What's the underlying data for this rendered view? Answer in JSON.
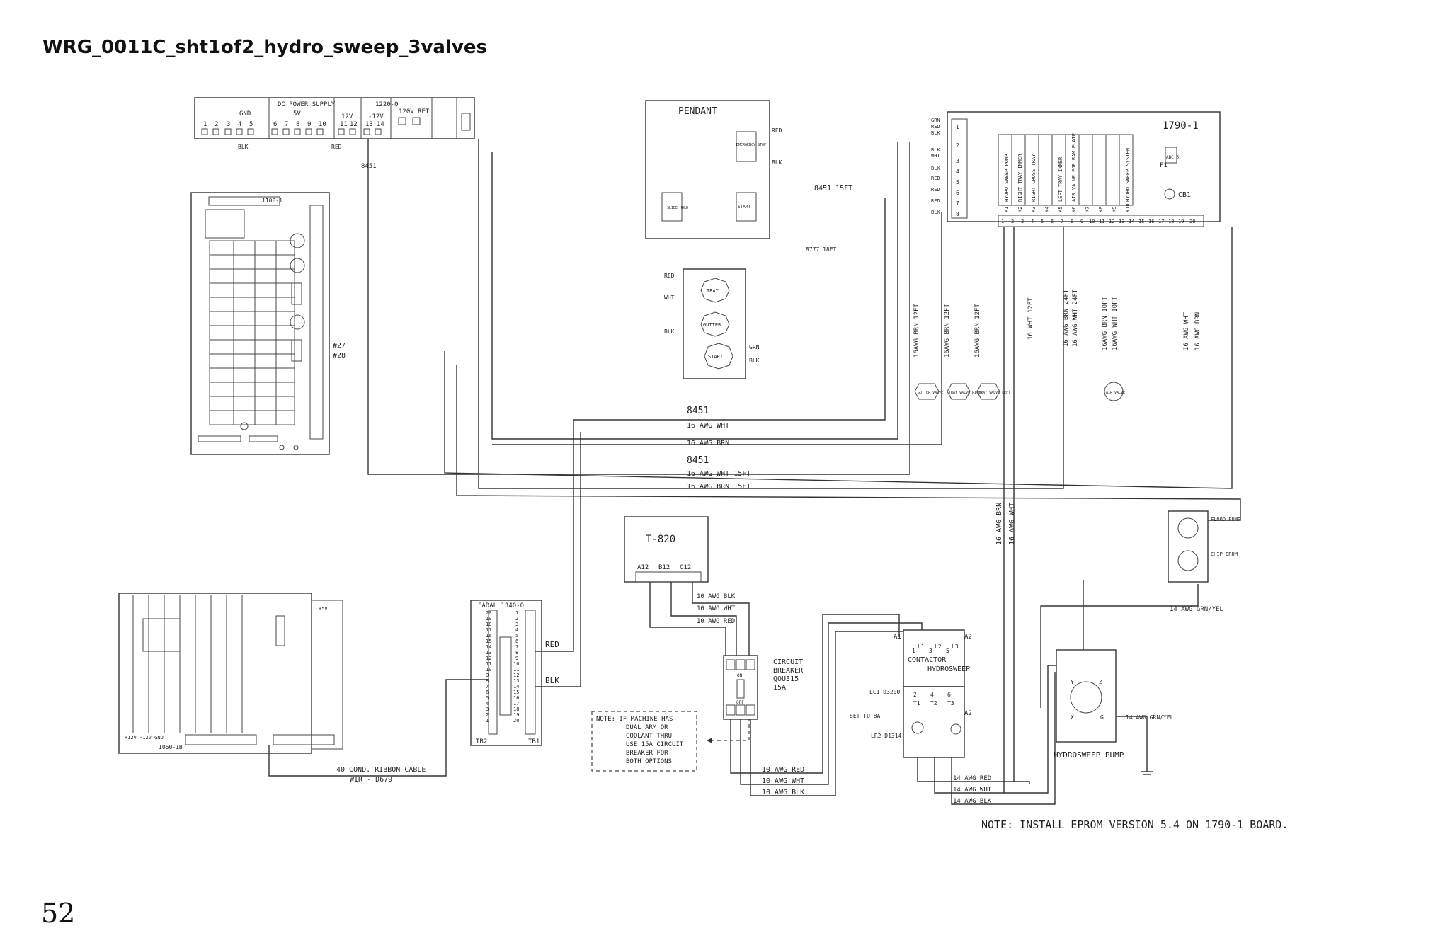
{
  "title": "WRG_0011C_sht1of2_hydro_sweep_3valves",
  "page_number": "52",
  "dc_power_supply": {
    "header": "DC POWER SUPPLY",
    "gnd": "GND",
    "five_v": "5V",
    "twelve_v": "12V",
    "neg_twelve_v": "-12V",
    "board": "1220-0",
    "ret_label": "120V RET",
    "terminals": [
      "1",
      "2",
      "3",
      "4",
      "5",
      "6",
      "7",
      "8",
      "9",
      "10",
      "11",
      "12",
      "13",
      "14"
    ],
    "blk": "BLK",
    "red": "RED",
    "wire_8451": "8451"
  },
  "board_1100": {
    "label": "1100-1",
    "w27": "#27",
    "w28": "#28"
  },
  "pendant": {
    "title": "PENDANT",
    "estop": "EMERGENCY STOP",
    "slide_hold": "SLIDE HOLD",
    "start": "START",
    "red": "RED",
    "blk": "BLK",
    "cable_a": "8451 15FT",
    "cable_b": "8777 18FT"
  },
  "switch_box": {
    "tray": "TRAY",
    "gutter": "GUTTER",
    "start": "START",
    "red": "RED",
    "wht": "WHT",
    "blk": "BLK",
    "grn": "GRN"
  },
  "board_1790": {
    "label": "1790-1",
    "fuse": "F1",
    "fuse_rating": "ABC 5",
    "cb": "CB1",
    "left_pins": [
      "1",
      "2",
      "3",
      "4",
      "5",
      "6",
      "7",
      "8"
    ],
    "left_colors": [
      "GRN",
      "RED",
      "BLK",
      "BLK",
      "WHT",
      "BLK",
      "RED",
      "RED",
      "RED",
      "BLK"
    ],
    "relays": [
      "K1",
      "K2",
      "K3",
      "K4",
      "K5",
      "K6",
      "K7",
      "K8",
      "K9",
      "K10"
    ],
    "relay_labels": [
      "HYDRO SWEEP PUMP",
      "RIGHT TRAY INNER",
      "RIGHT CROSS TRAY",
      "LEFT TRAY INNER",
      "AIR VALVE FOR RAM PLATE",
      "HYDRO SWEEP SYSTEM"
    ],
    "bottom_pins": [
      "1",
      "2",
      "3",
      "4",
      "5",
      "6",
      "7",
      "8",
      "9",
      "10",
      "11",
      "12",
      "13",
      "14",
      "15",
      "16",
      "17",
      "18",
      "19",
      "20"
    ]
  },
  "wires_vertical": [
    "16AWG BRN 12FT",
    "16AWG BRN 12FT",
    "16AWG BRN 12FT",
    "16 WHT 12FT",
    "16 AWG BRN 24FT",
    "16 AWG WHT 24FT",
    "16AWG BRN 10FT",
    "16AWG WHT 10FT",
    "16 AWG WHT",
    "16 AWG BRN"
  ],
  "valves": {
    "gutter": "GUTTER VALVE",
    "tray_right": "TRAY VALVE RIGHT",
    "tray_left": "TRAY VALVE LEFT",
    "air": "AIR VALVE"
  },
  "bus_wires": [
    "8451",
    "16 AWG WHT",
    "16 AWG BRN",
    "8451",
    "16 AWG WHT 15FT",
    "16 AWG BRN 15FT"
  ],
  "outlet": {
    "flood": "FLOOD PUMP",
    "chip": "CHIP DRUM",
    "ground_wire": "14 AWG GRN/YEL"
  },
  "t820": {
    "label": "T-820",
    "pins": [
      "A12",
      "B12",
      "C12"
    ]
  },
  "main_wires": [
    "10 AWG BLK",
    "10 AWG WHT",
    "10 AWG RED"
  ],
  "fadal": {
    "label": "FADAL 1340-0",
    "tb2": "TB2",
    "tb1": "TB1",
    "red": "RED",
    "blk": "BLK",
    "left_numbers": [
      "20",
      "19",
      "18",
      "17",
      "16",
      "15",
      "14",
      "13",
      "12",
      "11",
      "10",
      "9",
      "8",
      "7",
      "6",
      "5",
      "4",
      "3",
      "2",
      "1"
    ],
    "right_numbers": [
      "1",
      "2",
      "3",
      "4",
      "5",
      "6",
      "7",
      "8",
      "9",
      "10",
      "11",
      "12",
      "13",
      "14",
      "15",
      "16",
      "17",
      "18",
      "19",
      "20"
    ]
  },
  "card_cage": {
    "label": "1060-1B",
    "plus5v": "+5V",
    "rails": "+12V -12V GND"
  },
  "ribbon": {
    "line1": "40 COND. RIBBON CABLE",
    "line2": "WIR - D679"
  },
  "note_box": [
    "NOTE: IF MACHINE HAS",
    "DUAL ARM OR",
    "COOLANT THRU",
    "USE 15A CIRCUIT",
    "BREAKER FOR",
    "BOTH OPTIONS"
  ],
  "breaker": {
    "lines": [
      "CIRCUIT",
      "BREAKER",
      "QOU315",
      "15A"
    ],
    "on": "ON",
    "off": "OFF"
  },
  "breaker_wires": [
    "10 AWG RED",
    "10 AWG WHT",
    "10 AWG BLK"
  ],
  "vertical_pair": [
    "16 AWG BRN",
    "16 AWG WHT"
  ],
  "contactor": {
    "label": "CONTACTOR",
    "name": "HYDROSWEEP",
    "lc1": "LC1 D3200",
    "set": "SET TO 8A",
    "lr2": "LR2 D1314",
    "a1": "A1",
    "a2": "A2",
    "a2b": "A2",
    "top_pins": [
      "1",
      "3",
      "5"
    ],
    "mid_pins": [
      "2",
      "4",
      "6"
    ],
    "l_pins": [
      "L1",
      "L2",
      "L3"
    ],
    "t_pins": [
      "T1",
      "T2",
      "T3"
    ]
  },
  "pump_wires": [
    "14 AWG RED",
    "14 AWG WHT",
    "14 AWG BLK"
  ],
  "pump": {
    "label": "HYDROSWEEP PUMP",
    "y": "Y",
    "z": "Z",
    "x": "X",
    "g": "G",
    "ground_wire": "14 AWG GRN/YEL"
  },
  "eprom_note": "NOTE: INSTALL EPROM VERSION 5.4 ON 1790-1 BOARD."
}
